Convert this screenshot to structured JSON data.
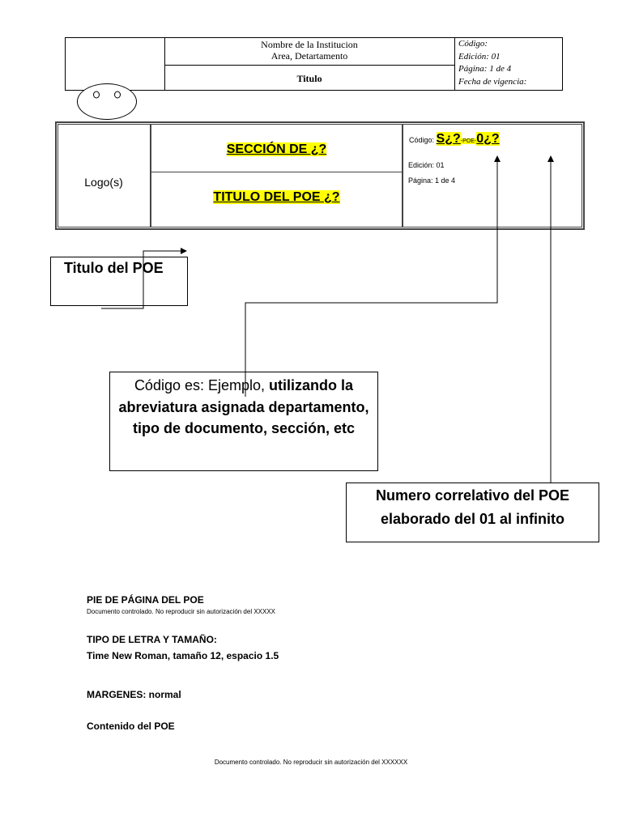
{
  "header_small": {
    "institution": "Nombre de la Institucion",
    "area": "Area, Detartamento",
    "title": "Titulo",
    "codigo": "Código:",
    "edicion": "Edición: 01",
    "pagina": "Página: 1 de 4",
    "vigencia": "Fecha de vigencia:"
  },
  "header_main": {
    "logos": "Logo(s)",
    "seccion": "SECCIÓN DE ¿?",
    "titulo_poe": "TITULO DEL POE ¿?",
    "codigo_label": "Código:",
    "codigo_s": "S¿?",
    "codigo_mid": "-POE-",
    "codigo_num": "0¿?",
    "edicion": "Edición: 01",
    "pagina": "Página: 1 de 4"
  },
  "callouts": {
    "titulo": "Titulo del POE",
    "codigo_normal": "Código es: Ejemplo, ",
    "codigo_bold": "utilizando la abreviatura asignada departamento, tipo de documento, sección, etc",
    "numero": "Numero correlativo del POE elaborado del 01 al infinito"
  },
  "notes": {
    "pie_title": "PIE DE PÁGINA DEL POE",
    "pie_text": "Documento controlado. No reproducir sin autorización del XXXXX",
    "tipo_title": "TIPO DE LETRA Y TAMAÑO:",
    "tipo_text": "Time New Roman, tamaño 12, espacio 1.5",
    "margenes": "MARGENES: normal",
    "contenido": "Contenido del POE",
    "footer": "Documento controlado. No reproducir sin autorización del XXXXXX"
  }
}
